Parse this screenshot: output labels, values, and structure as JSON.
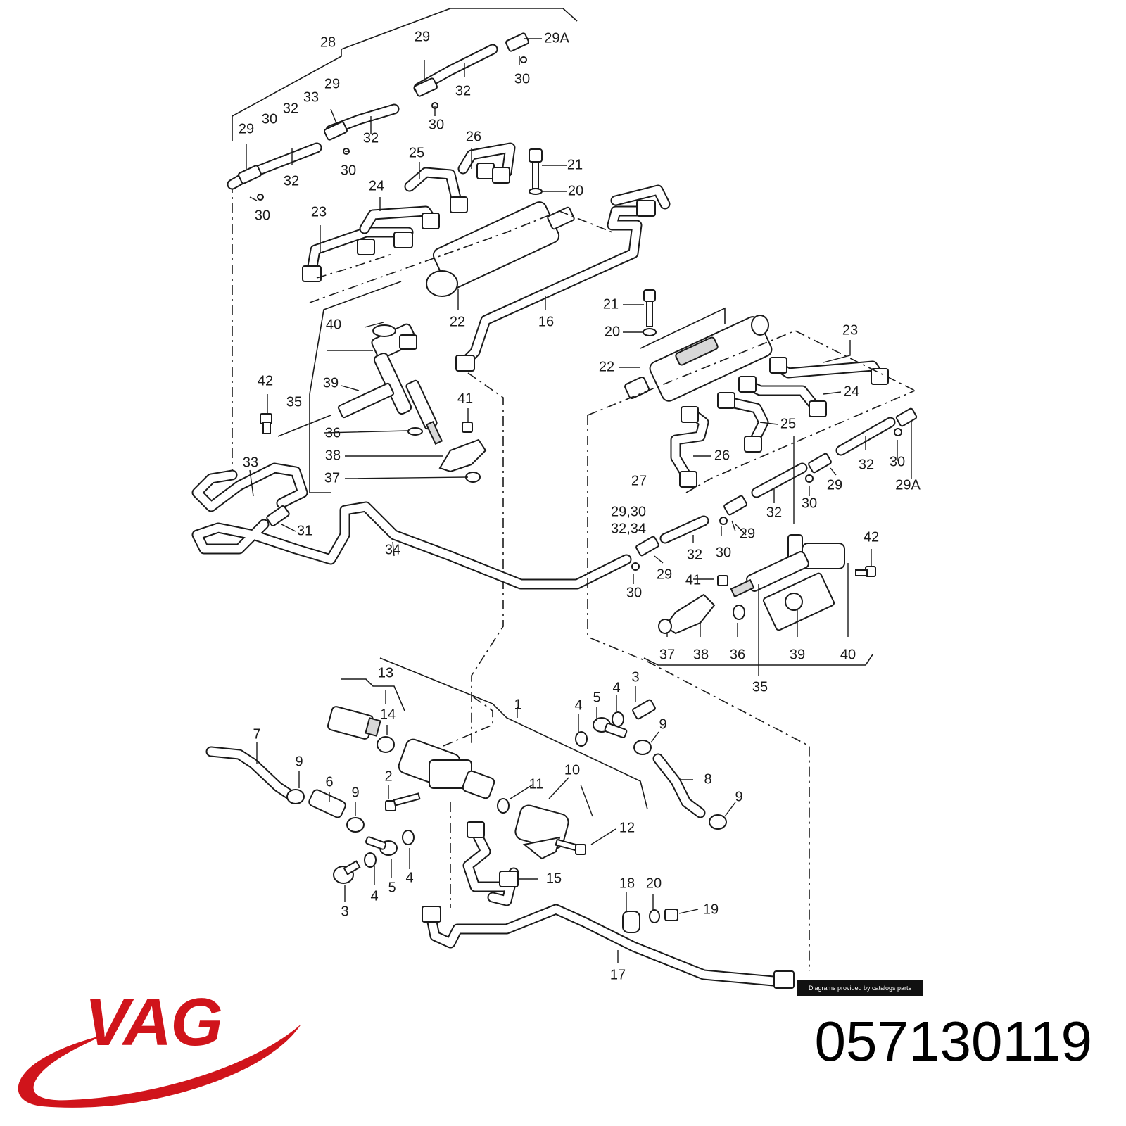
{
  "colors": {
    "brand_red": "#d0141b",
    "ink": "#1a1a1a",
    "credit_bg": "#111111"
  },
  "credit": "Diagrams provided by catalogs parts",
  "brand": {
    "name": "VAG",
    "logo_icon": "vag-swoosh-icon"
  },
  "part_number": "057130119",
  "labels": {
    "l28": "28",
    "l29a": "29",
    "l29b": "29",
    "l29c": "29",
    "l29A_top": "29A",
    "l30a": "30",
    "l30b": "30",
    "l30c": "30",
    "l30d": "30",
    "l30e": "30",
    "l32a": "32",
    "l32b": "32",
    "l32c": "32",
    "l32d": "32",
    "l33a": "33",
    "l26a": "26",
    "l25a": "25",
    "l24a": "24",
    "l23a": "23",
    "l21a": "21",
    "l20a": "20",
    "l22a": "22",
    "l16": "16",
    "l40a": "40",
    "l42a": "42",
    "l35a": "35",
    "l39a": "39",
    "l41a": "41",
    "l36a": "36",
    "l38a": "38",
    "l37a": "37",
    "l33b": "33",
    "l31": "31",
    "l34": "34",
    "l21b": "21",
    "l20b": "20",
    "l22b": "22",
    "l23b": "23",
    "l24b": "24",
    "l25b": "25",
    "l26b": "26",
    "l27": "27",
    "l27sub1": "29,30",
    "l27sub2": "32,34",
    "l32e": "32",
    "l30f": "30",
    "l29d": "29",
    "l29A_right": "29A",
    "l32f": "32",
    "l30g": "30",
    "l29e": "29",
    "l32g": "32",
    "l30h": "30",
    "l29f": "29",
    "l30i": "30",
    "l42b": "42",
    "l41b": "41",
    "l37b": "37",
    "l38b": "38",
    "l36b": "36",
    "l39b": "39",
    "l40b": "40",
    "l35b": "35",
    "l13": "13",
    "l1": "1",
    "l14": "14",
    "l7": "7",
    "l9a": "9",
    "l6": "6",
    "l9b": "9",
    "l2": "2",
    "l4a": "4",
    "l5a": "5",
    "l4b": "4",
    "l3a": "3",
    "l9c": "9",
    "l8": "8",
    "l9d": "9",
    "l10": "10",
    "l11": "11",
    "l12": "12",
    "l15": "15",
    "l3b": "3",
    "l4c": "4",
    "l5b": "5",
    "l4d": "4",
    "l18": "18",
    "l20c": "20",
    "l19": "19",
    "l17": "17"
  }
}
